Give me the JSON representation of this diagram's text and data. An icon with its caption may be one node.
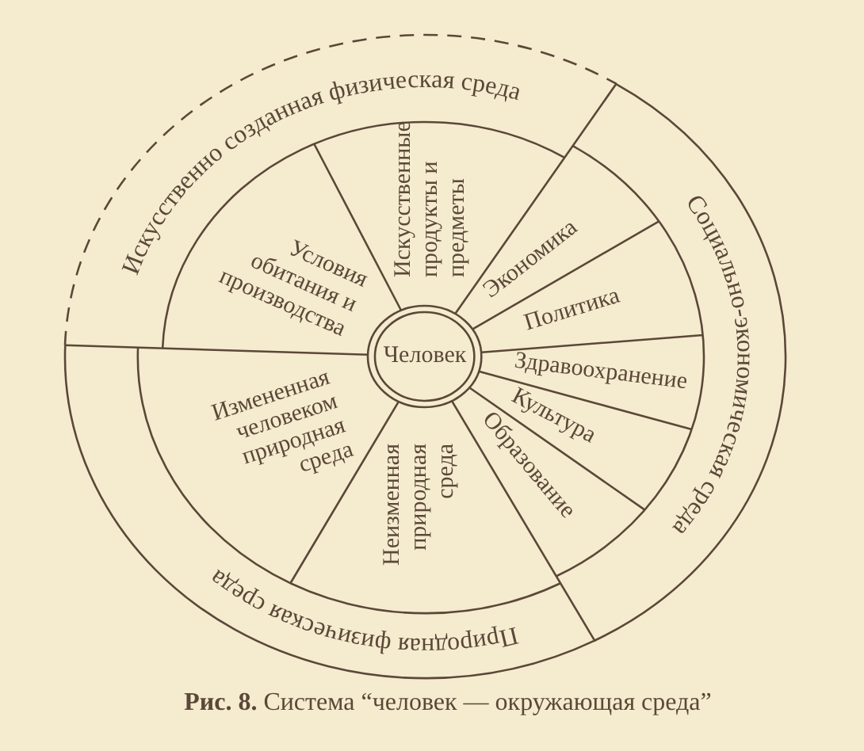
{
  "diagram": {
    "caption": "**Рис. 8.** Система “человек — окружающая среда”",
    "nodes": [
      {
        "text": [
          "Человек"
        ]
      },
      {
        "text": [
          "Искусственно созданная физическая среда"
        ]
      },
      {
        "text": [
          "Условия обитания и производства"
        ],
        "in": 1
      },
      {
        "text": [
          "Искусственные продукты и предметы"
        ],
        "in": 1
      },
      {
        "text": [
          "Социально-экономическая среда"
        ]
      },
      {
        "text": [
          "Экономика"
        ]
      },
      {
        "text": [
          "Политика"
        ]
      },
      {
        "text": [
          "Здравоохранение"
        ],
        "in": 4
      },
      {
        "text": [
          "Культура"
        ]
      },
      {
        "text": [
          "Образование"
        ]
      },
      {
        "text": [
          "Природная физическая среда"
        ]
      },
      {
        "text": [
          "Неизменная природная среда"
        ],
        "in": 10
      },
      {
        "text": [
          "Измененная человеком природная среда"
        ],
        "in": 10
      }
    ]
  }
}
